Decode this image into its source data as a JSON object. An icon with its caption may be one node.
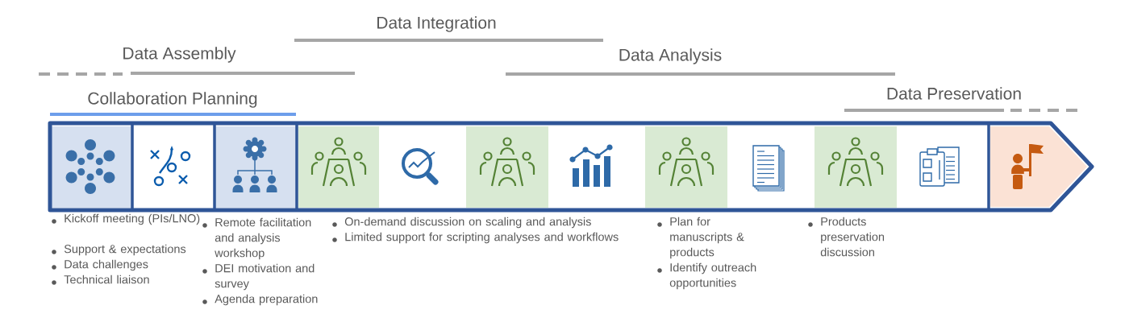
{
  "diagram": {
    "labels": [
      "Data Integration",
      "Data Assembly",
      "Data Analysis",
      "Data Preservation",
      "Collaboration Planning",
      "Kickoff meeting (PIs/LNO)",
      "Support & expectations",
      "Data challenges",
      "Technical liaison",
      "Remote facilitation and analysis workshop",
      "DEI motivation and survey",
      "Agenda preparation",
      "On-demand discussion on scaling and analysis",
      "Limited support for scripting analyses and workflows",
      "Plan for manuscripts & products",
      "Identify outreach opportunities",
      "Products preservation discussion"
    ]
  }
}
